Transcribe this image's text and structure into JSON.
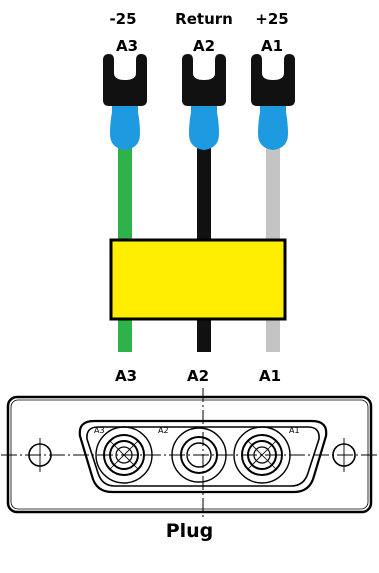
{
  "colors": {
    "wire_a3": "#2db34a",
    "wire_a2": "#111111",
    "wire_a1": "#c4c4c4",
    "sleeve": "#1e9be0",
    "block_fill": "#ffee00",
    "lug": "#111111"
  },
  "top_labels": [
    {
      "voltage": "-25",
      "pin": "A3"
    },
    {
      "voltage": "Return",
      "pin": "A2"
    },
    {
      "voltage": "+25",
      "pin": "A1"
    }
  ],
  "bottom_labels": [
    "A3",
    "A2",
    "A1"
  ],
  "connector_pin_labels": [
    "A3",
    "A2",
    "A1"
  ],
  "caption": "Plug"
}
